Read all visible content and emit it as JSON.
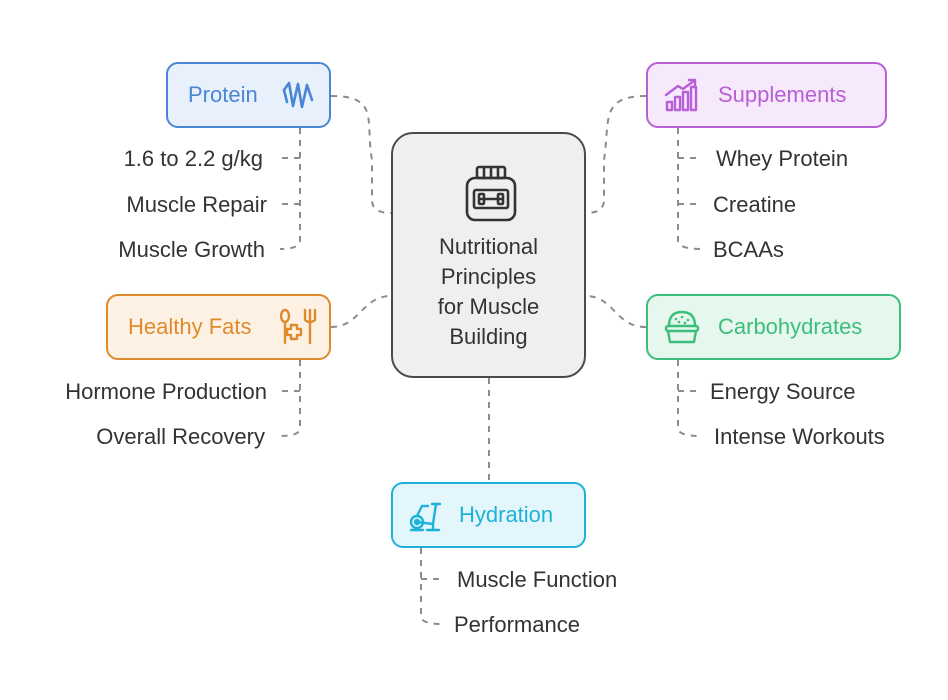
{
  "center": {
    "title": "Nutritional\nPrinciples\nfor Muscle\nBuilding",
    "icon": "protein-jar-icon"
  },
  "categories": [
    {
      "key": "protein",
      "label": "Protein",
      "icon": "dna-helix-icon",
      "color": "#4a86d6",
      "fill": "#e8f0fc",
      "items": [
        "1.6 to 2.2 g/kg",
        "Muscle Repair",
        "Muscle Growth"
      ]
    },
    {
      "key": "supplements",
      "label": "Supplements",
      "icon": "growth-chart-icon",
      "color": "#b85ed6",
      "fill": "#f7e9fc",
      "items": [
        "Whey Protein",
        "Creatine",
        "BCAAs"
      ]
    },
    {
      "key": "healthy_fats",
      "label": "Healthy Fats",
      "icon": "food-health-icon",
      "color": "#e08a2e",
      "fill": "#fdf1e4",
      "items": [
        "Hormone Production",
        "Overall Recovery"
      ]
    },
    {
      "key": "carbohydrates",
      "label": "Carbohydrates",
      "icon": "grain-bowl-icon",
      "color": "#3cbf7a",
      "fill": "#e6f7ee",
      "items": [
        "Energy Source",
        "Intense Workouts"
      ]
    },
    {
      "key": "hydration",
      "label": "Hydration",
      "icon": "exercise-bike-icon",
      "color": "#1fb2d8",
      "fill": "#e3f6fb",
      "items": [
        "Muscle Function",
        "Performance"
      ]
    }
  ]
}
